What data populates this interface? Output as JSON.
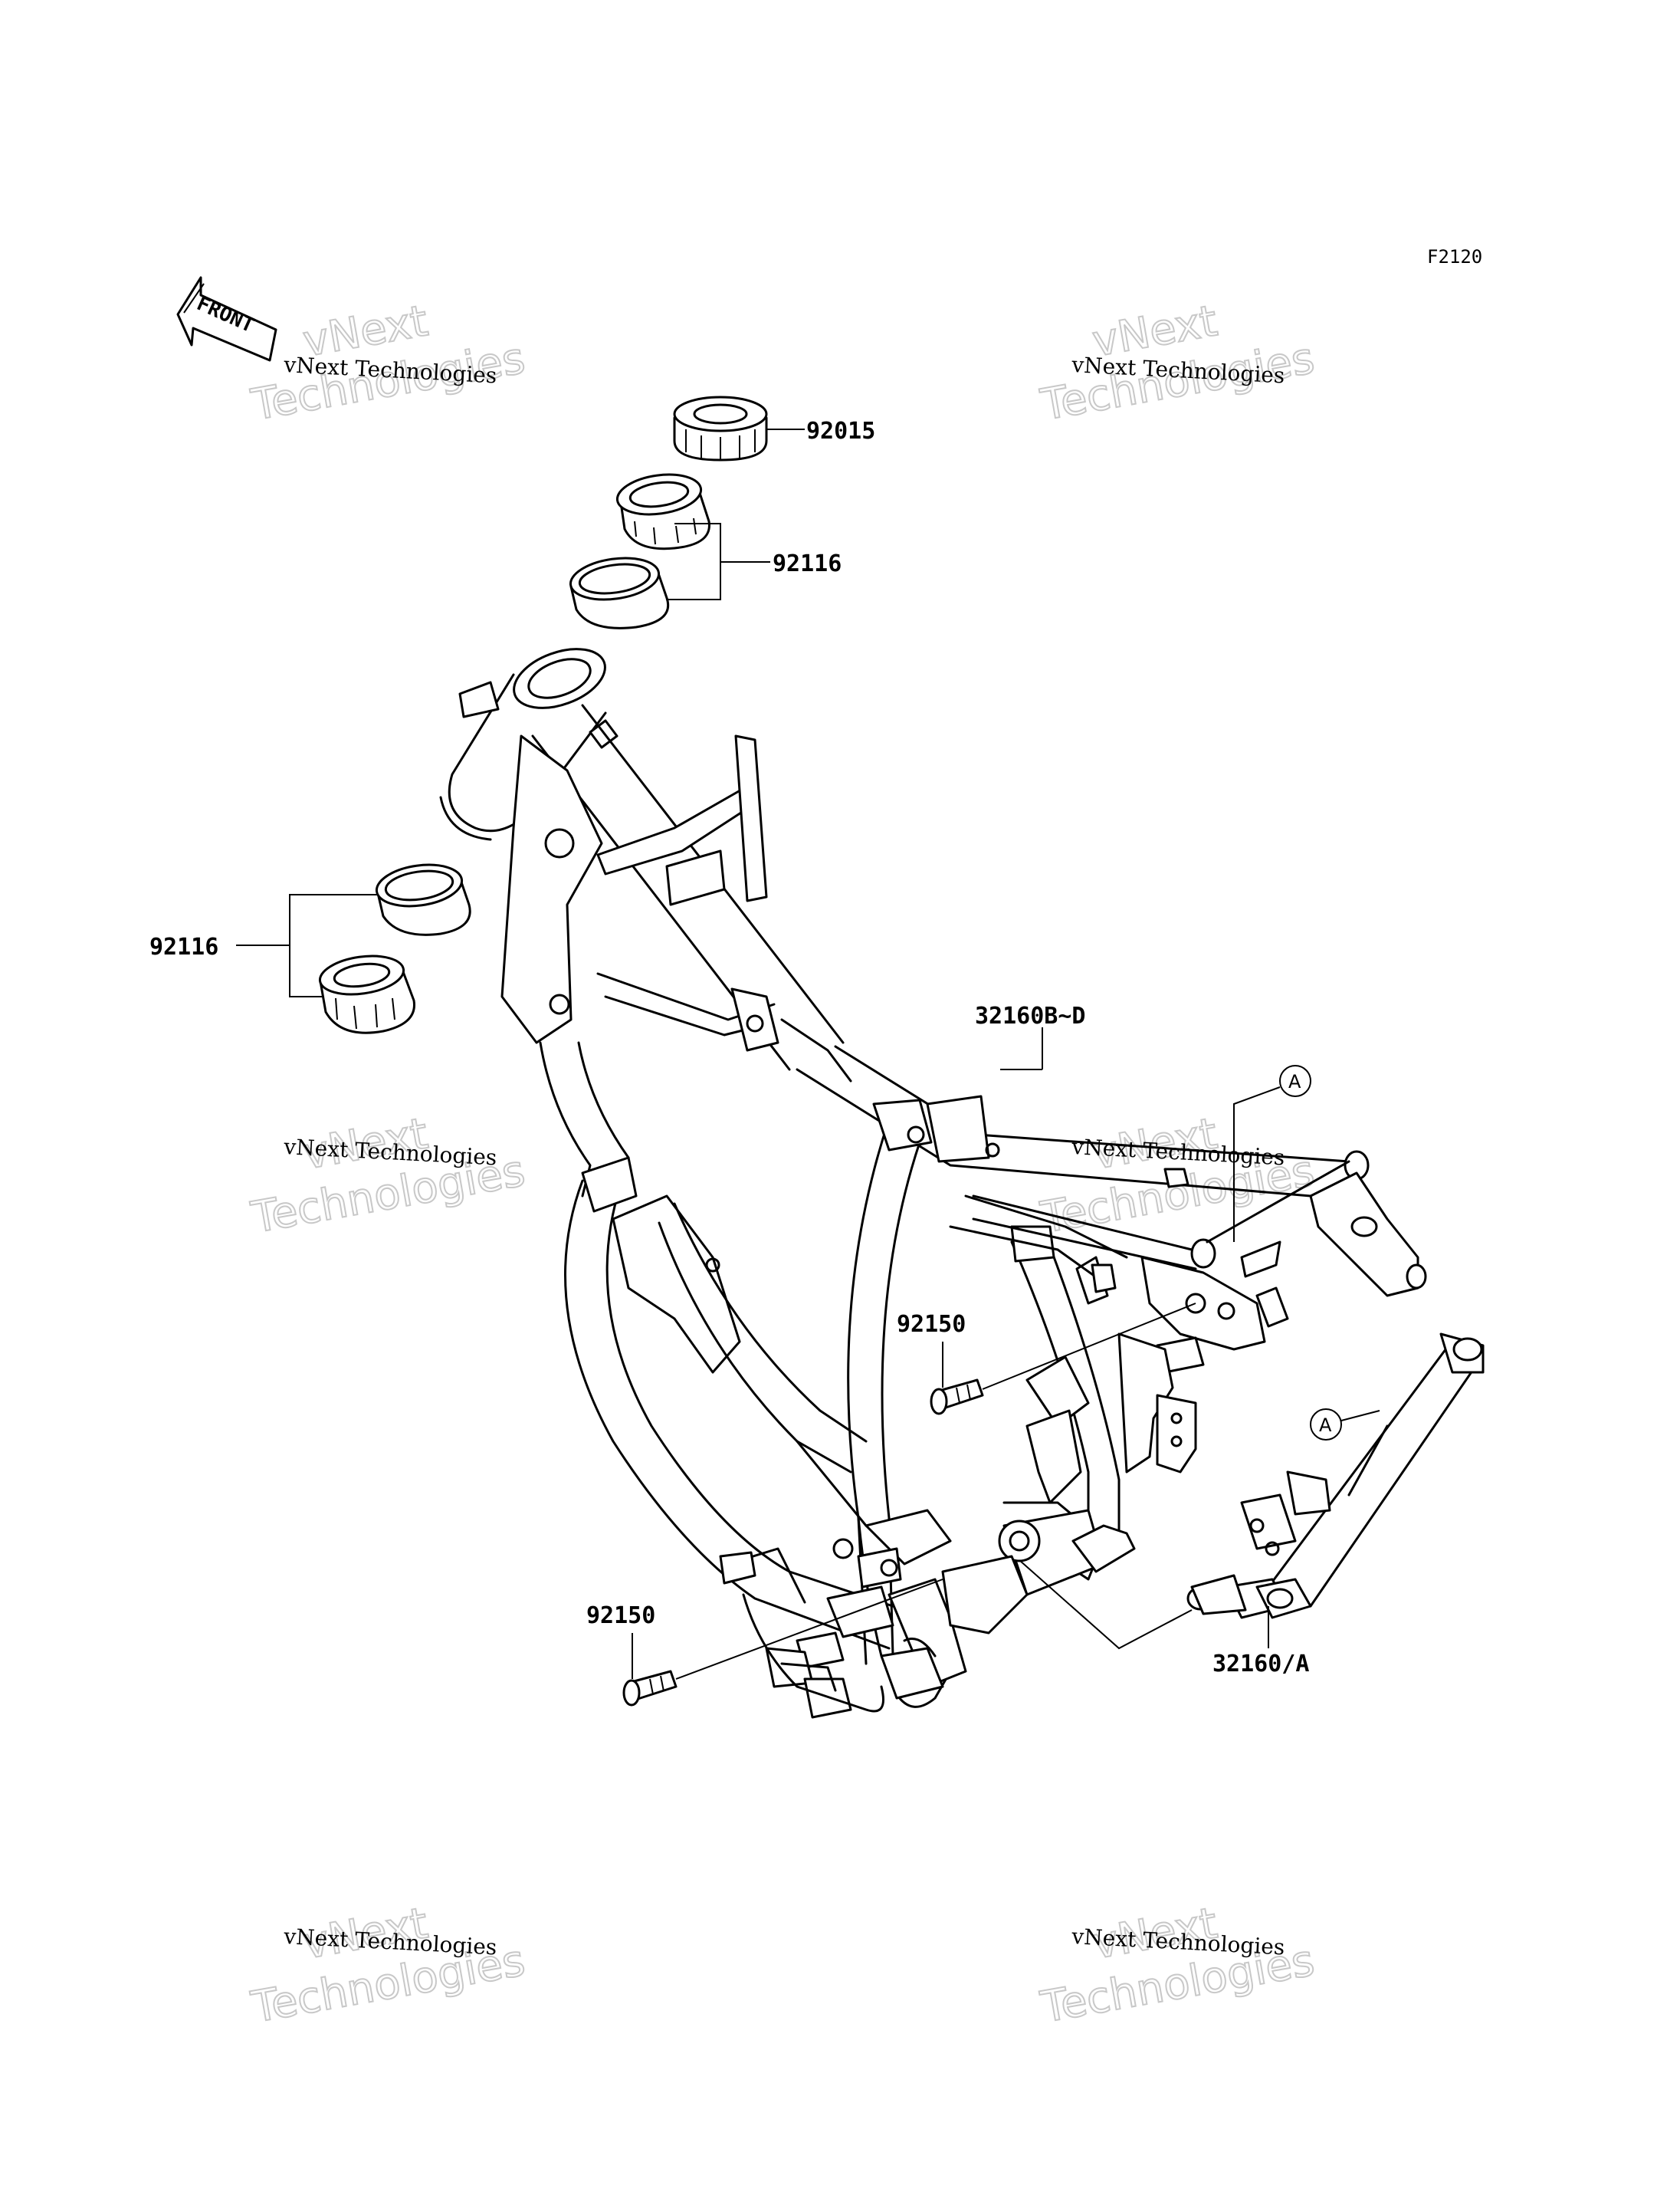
{
  "figure_code": "F2120",
  "front_arrow": {
    "label": "FRONT"
  },
  "parts": {
    "p92015": "92015",
    "p92116_upper": "92116",
    "p92116_lower": "92116",
    "p32160bd": "32160B~D",
    "p92150_upper": "92150",
    "p92150_lower": "92150",
    "p32160a": "32160/A"
  },
  "callouts": {
    "a_upper": "A",
    "a_lower": "A"
  },
  "watermarks": [
    {
      "small": "vNext Technologies",
      "big_top": "vNext",
      "big_bottom": "Technologies"
    },
    {
      "small": "vNext Technologies",
      "big_top": "vNext",
      "big_bottom": "Technologies"
    },
    {
      "small": "vNext Technologies",
      "big_top": "vNext",
      "big_bottom": "Technologies"
    },
    {
      "small": "vNext Technologies",
      "big_top": "vNext",
      "big_bottom": "Technologies"
    },
    {
      "small": "vNext Technologies",
      "big_top": "vNext",
      "big_bottom": "Technologies"
    },
    {
      "small": "vNext Technologies",
      "big_top": "vNext",
      "big_bottom": "Technologies"
    }
  ]
}
